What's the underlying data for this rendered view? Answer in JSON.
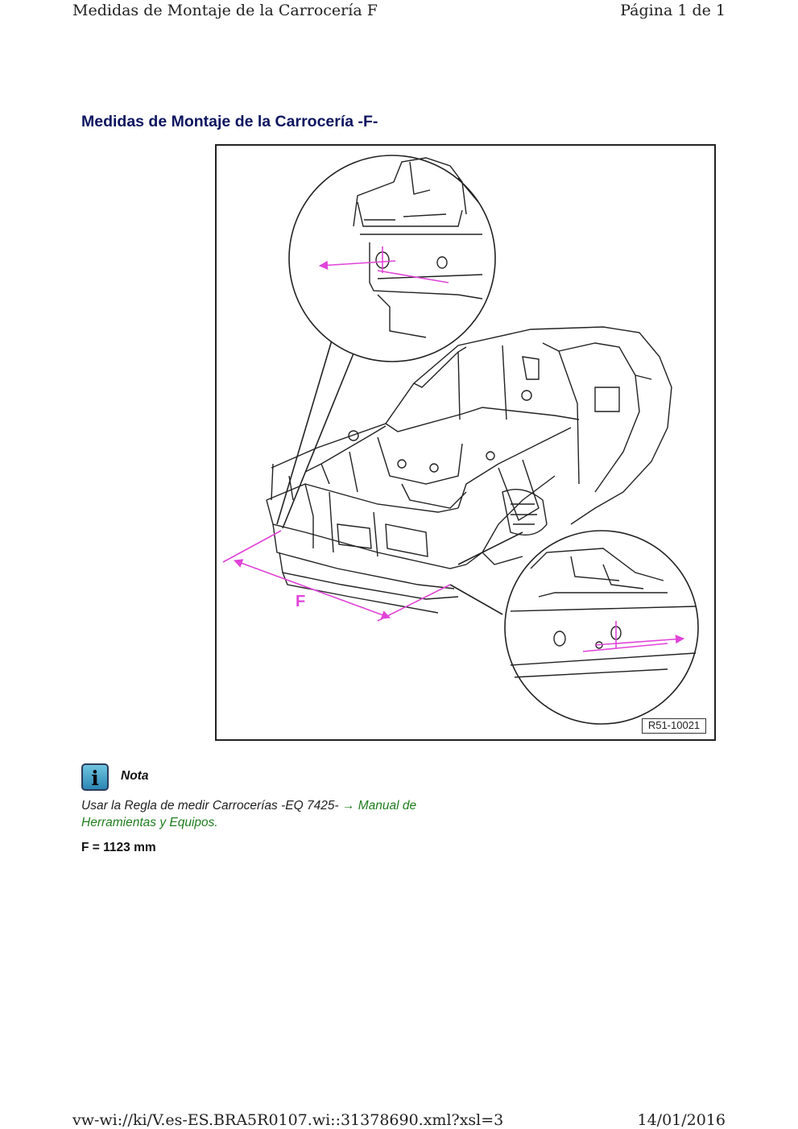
{
  "header": {
    "doc_title": "Medidas de Montaje de la Carrocería F",
    "page_info": "Página 1 de 1"
  },
  "section": {
    "title": "Medidas de Montaje de la Carrocería -F-"
  },
  "figure": {
    "dimension_label": "F",
    "figure_id": "R51-10021",
    "arrow_color": "#e044d8"
  },
  "note": {
    "icon": "info-icon",
    "label": "Nota",
    "text": "Usar la Regla de medir Carrocerías -EQ 7425- ",
    "link": "→ Manual de Herramientas y Equipos."
  },
  "spec": {
    "text": "F = 1123 mm"
  },
  "footer": {
    "url": "vw-wi://ki/V.es-ES.BRA5R0107.wi::31378690.xml?xsl=3",
    "date": "14/01/2016"
  }
}
